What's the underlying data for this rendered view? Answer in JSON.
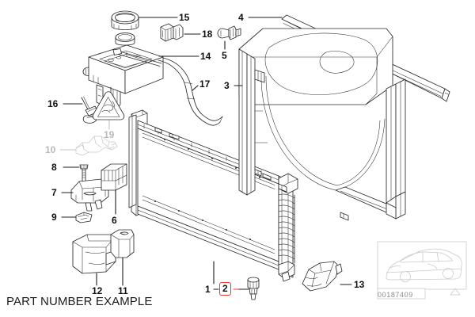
{
  "diagram": {
    "title": "PART NUMBER EXAMPLE",
    "diagram_number": "00187409",
    "background_color": "#ffffff",
    "line_color": "#2b2b2b",
    "muted_color": "#b9b9b9",
    "highlight_color": "#e23a32",
    "selected_callout": "2"
  },
  "callouts": [
    {
      "id": "c15",
      "label": "15",
      "style": "normal"
    },
    {
      "id": "c18",
      "label": "18",
      "style": "normal"
    },
    {
      "id": "c14",
      "label": "14",
      "style": "normal"
    },
    {
      "id": "c17",
      "label": "17",
      "style": "normal"
    },
    {
      "id": "c16",
      "label": "16",
      "style": "normal"
    },
    {
      "id": "c19",
      "label": "19",
      "style": "muted"
    },
    {
      "id": "c10",
      "label": "10",
      "style": "muted"
    },
    {
      "id": "c8",
      "label": "8",
      "style": "normal"
    },
    {
      "id": "c7",
      "label": "7",
      "style": "normal"
    },
    {
      "id": "c6",
      "label": "6",
      "style": "normal"
    },
    {
      "id": "c9",
      "label": "9",
      "style": "normal"
    },
    {
      "id": "c12",
      "label": "12",
      "style": "normal"
    },
    {
      "id": "c11",
      "label": "11",
      "style": "normal"
    },
    {
      "id": "c1",
      "label": "1",
      "style": "normal"
    },
    {
      "id": "c2",
      "label": "2",
      "style": "highlighted"
    },
    {
      "id": "c13",
      "label": "13",
      "style": "normal"
    },
    {
      "id": "c4",
      "label": "4",
      "style": "normal"
    },
    {
      "id": "c5",
      "label": "5",
      "style": "normal"
    },
    {
      "id": "c3",
      "label": "3",
      "style": "normal"
    }
  ],
  "parts": {
    "expansion_tank": "coolant-expansion-tank",
    "tank_cap": "expansion-tank-cap",
    "hose": "coolant-hose",
    "radiator": "radiator-core",
    "fan_shroud": "fan-shroud",
    "seal_strip": "radiator-seal-strip",
    "drain_plug": "radiator-drain-plug",
    "air_duct": "air-duct",
    "mounting_bracket": "radiator-mounting-bracket",
    "rubber_mount": "radiator-rubber-mount",
    "clip": "retaining-clip",
    "screw": "mounting-screw",
    "warning_triangle": "coolant-warning-label",
    "temperature_sensor": "coolant-temperature-sensor"
  },
  "thumbnail": {
    "vehicle": "vehicle-silhouette-sedan",
    "id_label": "00187409"
  }
}
